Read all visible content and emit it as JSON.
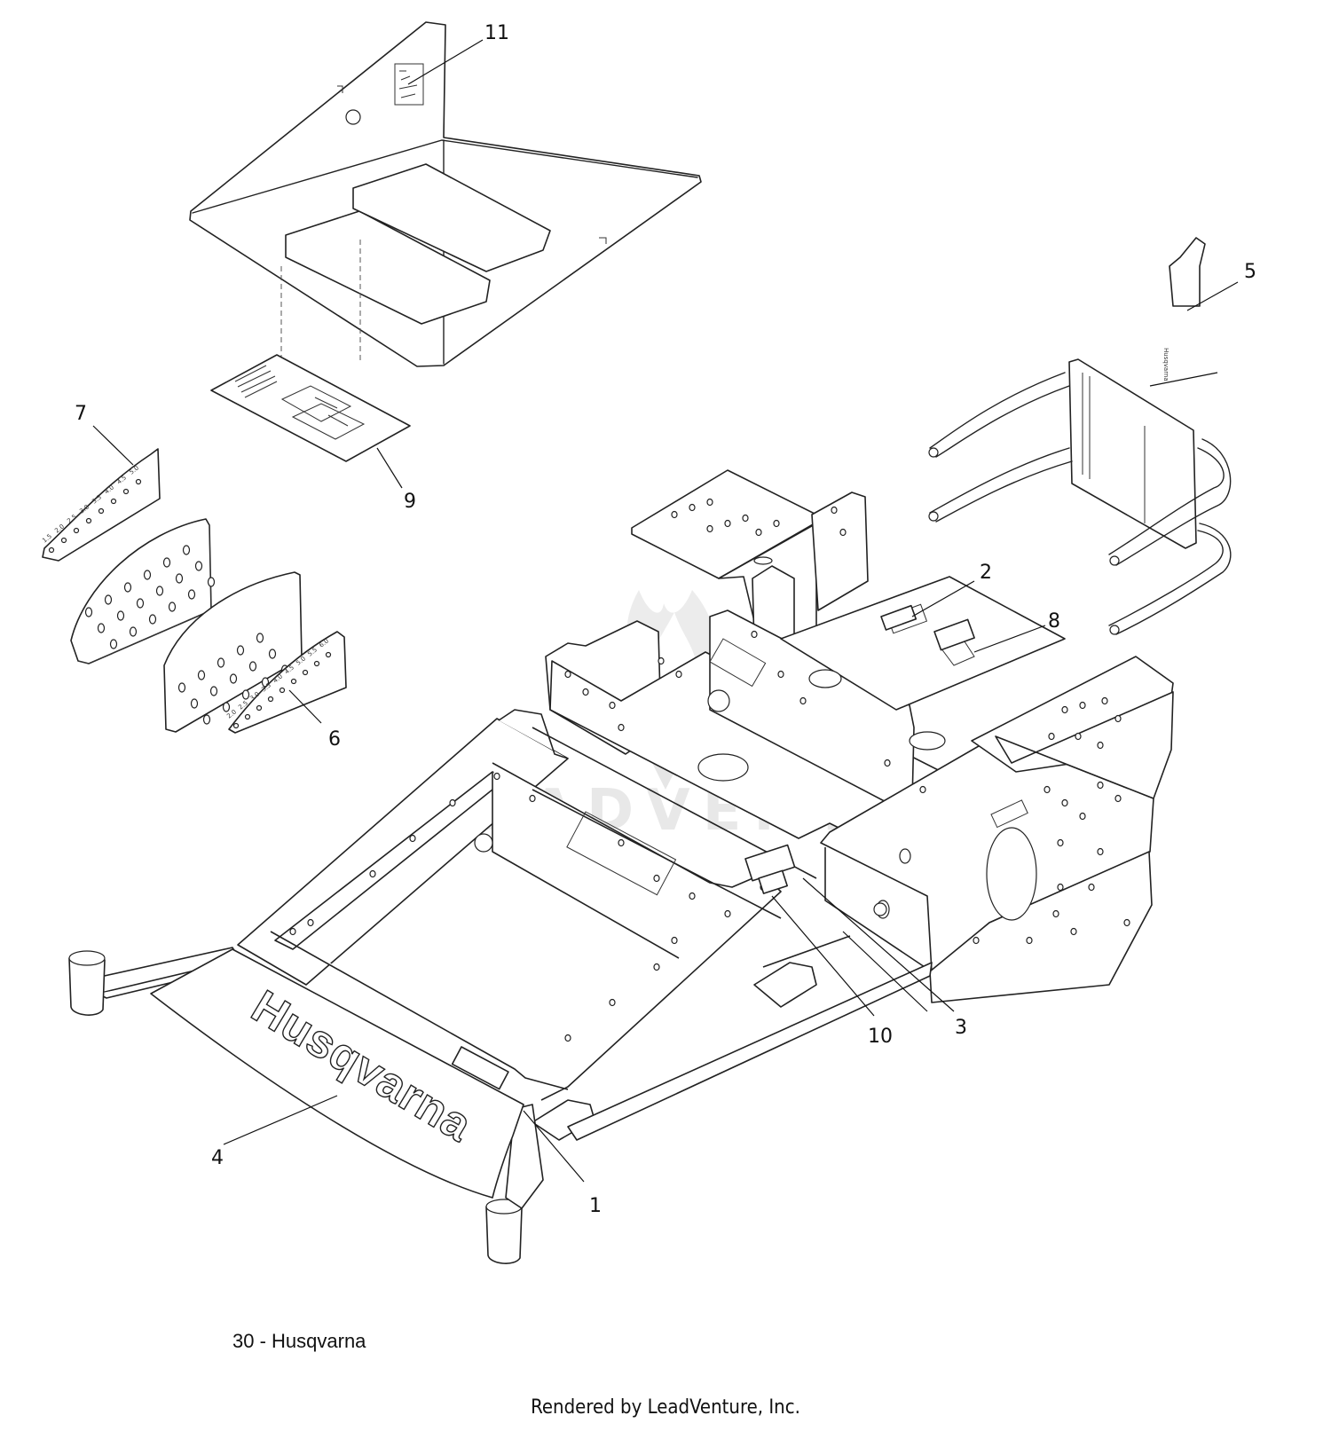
{
  "callouts": [
    {
      "id": "1",
      "label": "1"
    },
    {
      "id": "2",
      "label": "2"
    },
    {
      "id": "3",
      "label": "3"
    },
    {
      "id": "4",
      "label": "4"
    },
    {
      "id": "5",
      "label": "5"
    },
    {
      "id": "6",
      "label": "6"
    },
    {
      "id": "7",
      "label": "7"
    },
    {
      "id": "8",
      "label": "8"
    },
    {
      "id": "9",
      "label": "9"
    },
    {
      "id": "10",
      "label": "10"
    },
    {
      "id": "11",
      "label": "11"
    }
  ],
  "brand_decal_text": "Husqvarna",
  "watermark_text": "LEADVENTURE",
  "caption": "30 - Husqvarna",
  "footer": "Rendered by LeadVenture, Inc.",
  "gauge_small_7": [
    "5.0",
    "4.5",
    "4.0",
    "3.5",
    "3.0",
    "2.5",
    "2.0",
    "1.5"
  ],
  "gauge_small_6": [
    "6.0",
    "5.5",
    "5.0",
    "4.5",
    "4.0",
    "3.5",
    "3.0",
    "2.5",
    "2.0"
  ]
}
